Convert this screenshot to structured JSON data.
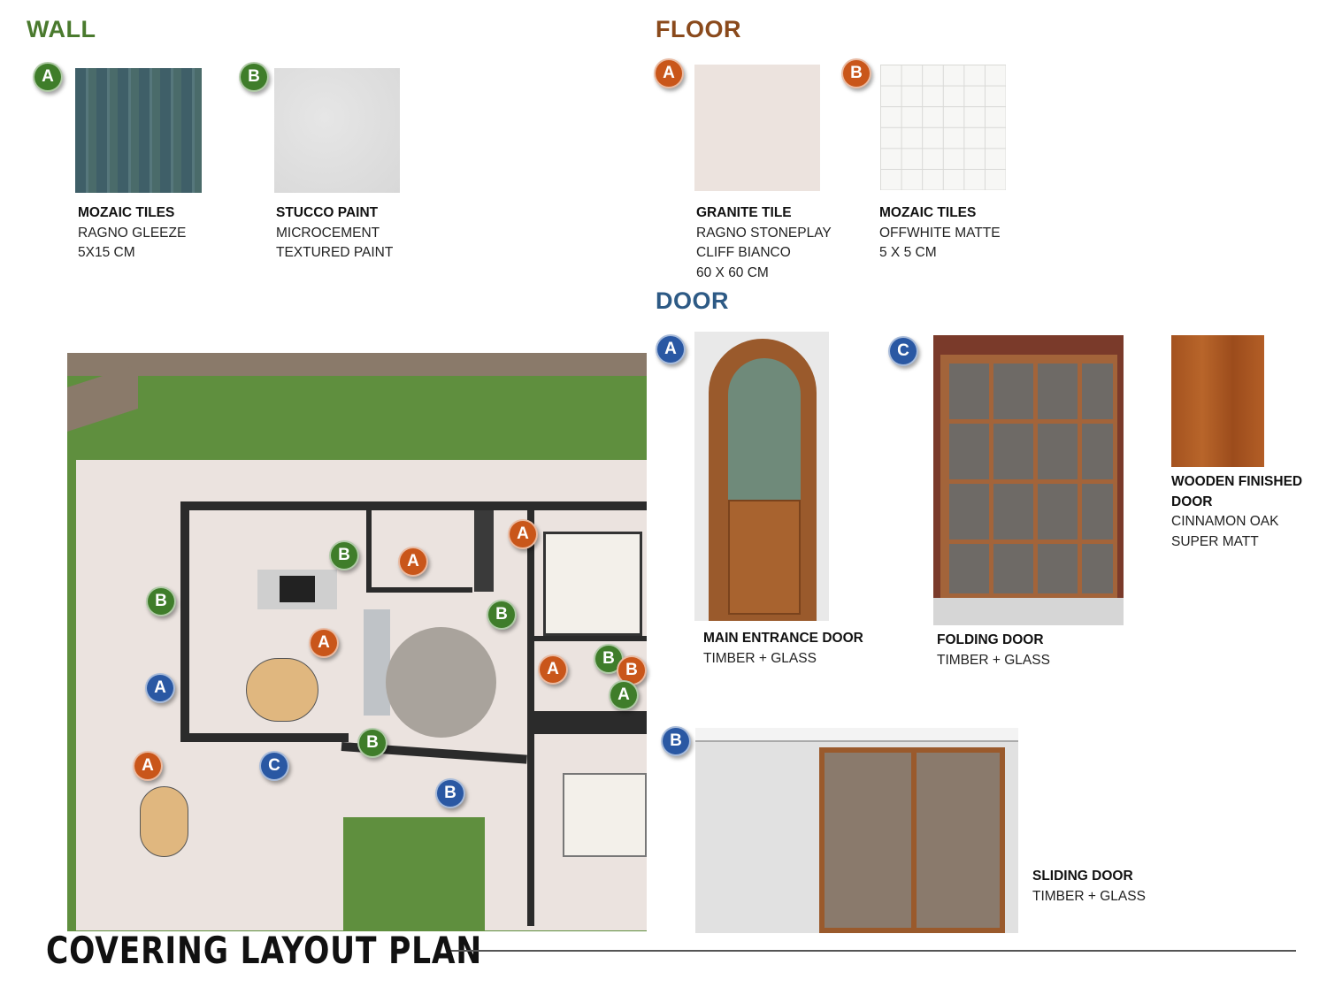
{
  "wall": {
    "heading": "WALL",
    "items": [
      {
        "marker": "A",
        "name": "MOZAIC TILES",
        "lines": [
          "RAGNO GLEEZE",
          "5X15 CM"
        ]
      },
      {
        "marker": "B",
        "name": "STUCCO PAINT",
        "lines": [
          "MICROCEMENT",
          "TEXTURED PAINT"
        ]
      }
    ]
  },
  "floor": {
    "heading": "FLOOR",
    "items": [
      {
        "marker": "A",
        "name": "GRANITE TILE",
        "lines": [
          "RAGNO STONEPLAY",
          "CLIFF BIANCO",
          "60 X 60 CM"
        ]
      },
      {
        "marker": "B",
        "name": "MOZAIC TILES",
        "lines": [
          "OFFWHITE MATTE",
          "5 X 5 CM"
        ]
      }
    ]
  },
  "door": {
    "heading": "DOOR",
    "items": [
      {
        "marker": "A",
        "name": "MAIN ENTRANCE  DOOR",
        "lines": [
          "TIMBER + GLASS"
        ]
      },
      {
        "marker": "C",
        "name": "FOLDING DOOR",
        "lines": [
          "TIMBER + GLASS"
        ]
      },
      {
        "marker": "B",
        "name": "SLIDING DOOR",
        "lines": [
          "TIMBER + GLASS"
        ]
      }
    ],
    "finish": {
      "name": "WOODEN FINISHED DOOR",
      "lines": [
        "CINNAMON OAK",
        "SUPER MATT"
      ]
    }
  },
  "plan": {
    "title": "COVERING LAYOUT PLAN",
    "markers": [
      {
        "label": "B",
        "category": "wall"
      },
      {
        "label": "A",
        "category": "floor"
      },
      {
        "label": "A",
        "category": "floor"
      },
      {
        "label": "B",
        "category": "wall"
      },
      {
        "label": "B",
        "category": "wall"
      },
      {
        "label": "A",
        "category": "floor"
      },
      {
        "label": "A",
        "category": "door"
      },
      {
        "label": "A",
        "category": "floor"
      },
      {
        "label": "B",
        "category": "wall"
      },
      {
        "label": "B",
        "category": "floor"
      },
      {
        "label": "A",
        "category": "wall"
      },
      {
        "label": "B",
        "category": "wall"
      },
      {
        "label": "C",
        "category": "door"
      },
      {
        "label": "A",
        "category": "floor"
      },
      {
        "label": "B",
        "category": "door"
      }
    ]
  },
  "colors": {
    "wall": "#3f7d2a",
    "floor": "#c9561a",
    "door": "#2a58a3",
    "wall_heading": "#4a7a2e",
    "floor_heading": "#8a4a1c",
    "door_heading": "#2d5a85"
  }
}
